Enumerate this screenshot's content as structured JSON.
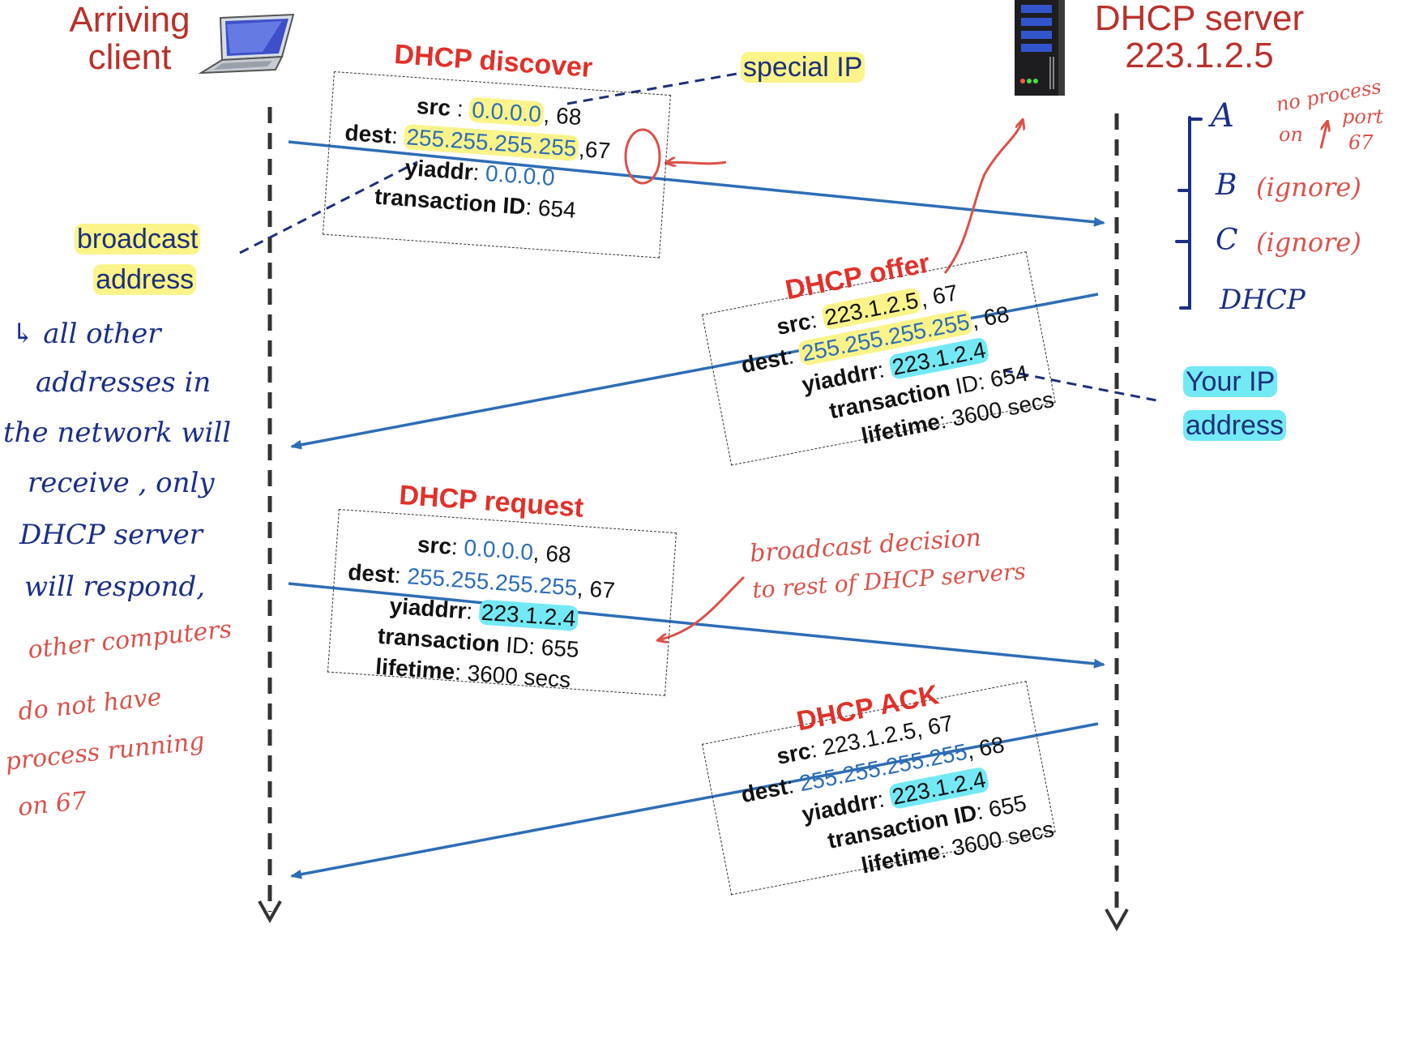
{
  "client": {
    "line1": "Arriving",
    "line2": "client"
  },
  "server": {
    "line1": "DHCP server",
    "line2": "223.1.2.5"
  },
  "discover": {
    "title": "DHCP discover",
    "src_label": "src",
    "src_sep": " : ",
    "src_ip": "0.0.0.0",
    "src_port": ", 68",
    "dest_label": "dest",
    "dest_sep": ": ",
    "dest_ip": "255.255.255.255",
    "dest_port_sep": ",",
    "dest_port": "67",
    "yiaddr_label": "yiaddr",
    "yiaddr_sep": ": ",
    "yiaddr_val": "0.0.0.0",
    "tid_label": "transaction ID",
    "tid_val": ": 654"
  },
  "offer": {
    "title": "DHCP offer",
    "src_label": "src",
    "src_sep": ": ",
    "src_ip": "223.1.2.5",
    "src_port": ", 67",
    "dest_label": "dest",
    "dest_sep": ": ",
    "dest_ip": "255.255.255.255",
    "dest_port": ", 68",
    "yiaddr_label": "yiaddrr",
    "yiaddr_sep": ": ",
    "yiaddr_val": "223.1.2.4",
    "tid_label": "transaction",
    "tid_val": " ID: 654",
    "life_label": "lifetime",
    "life_val": ": 3600 secs"
  },
  "request": {
    "title": "DHCP request",
    "src_label": "src",
    "src_sep": ":  ",
    "src_ip": "0.0.0.0",
    "src_port": ", 68",
    "dest_label": "dest",
    "dest_sep": ": ",
    "dest_ip": "255.255.255.255",
    "dest_port": ", 67",
    "yiaddr_label": "yiaddrr",
    "yiaddr_sep": ": ",
    "yiaddr_val": "223.1.2.4",
    "tid_label": "transaction",
    "tid_val": " ID: 655",
    "life_label": "lifetime",
    "life_val": ": 3600 secs"
  },
  "ack": {
    "title": "DHCP ACK",
    "src_label": "src",
    "src_sep": ": ",
    "src_ip": "223.1.2.5",
    "src_port": ", 67",
    "dest_label": "dest",
    "dest_sep": ": ",
    "dest_ip": "255.255.255.255",
    "dest_port": ", 68",
    "yiaddr_label": "yiaddrr",
    "yiaddr_sep": ": ",
    "yiaddr_val": "223.1.2.4",
    "tid_label": "transaction ID",
    "tid_val": ": 655",
    "life_label": "lifetime",
    "life_val": ": 3600 secs"
  },
  "callouts": {
    "special_ip": "special IP",
    "broadcast_1": "broadcast",
    "broadcast_2": "address",
    "your_ip_1": "Your IP",
    "your_ip_2": "address"
  },
  "notes_left_blue": [
    "↳ all other",
    "addresses in",
    "the network will",
    "receive , only",
    "DHCP server",
    "will respond,"
  ],
  "notes_left_red": [
    "other computers",
    "do not have",
    "process running",
    "on 67"
  ],
  "notes_right_blue": [
    "A",
    "B",
    "C",
    "DHCP"
  ],
  "notes_right_red": {
    "b": "(ignore)",
    "c": "(ignore)",
    "no_process_1": "no process",
    "no_process_2": "on",
    "no_process_3": "port",
    "no_process_4": "67"
  },
  "notes_mid_red": {
    "line1": "broadcast decision",
    "line2": "to rest of DHCP servers"
  },
  "colors": {
    "title_red": "#b9312b",
    "msg_red": "#e0312a",
    "arrow_blue": "#2e6db5",
    "hand_blue": "#1b2f86",
    "hand_red": "#d9524a",
    "highlight_yellow": "#faf48a",
    "highlight_cyan": "#73e9f5"
  },
  "icons": {
    "client": "laptop-icon",
    "server": "server-tower-icon"
  }
}
